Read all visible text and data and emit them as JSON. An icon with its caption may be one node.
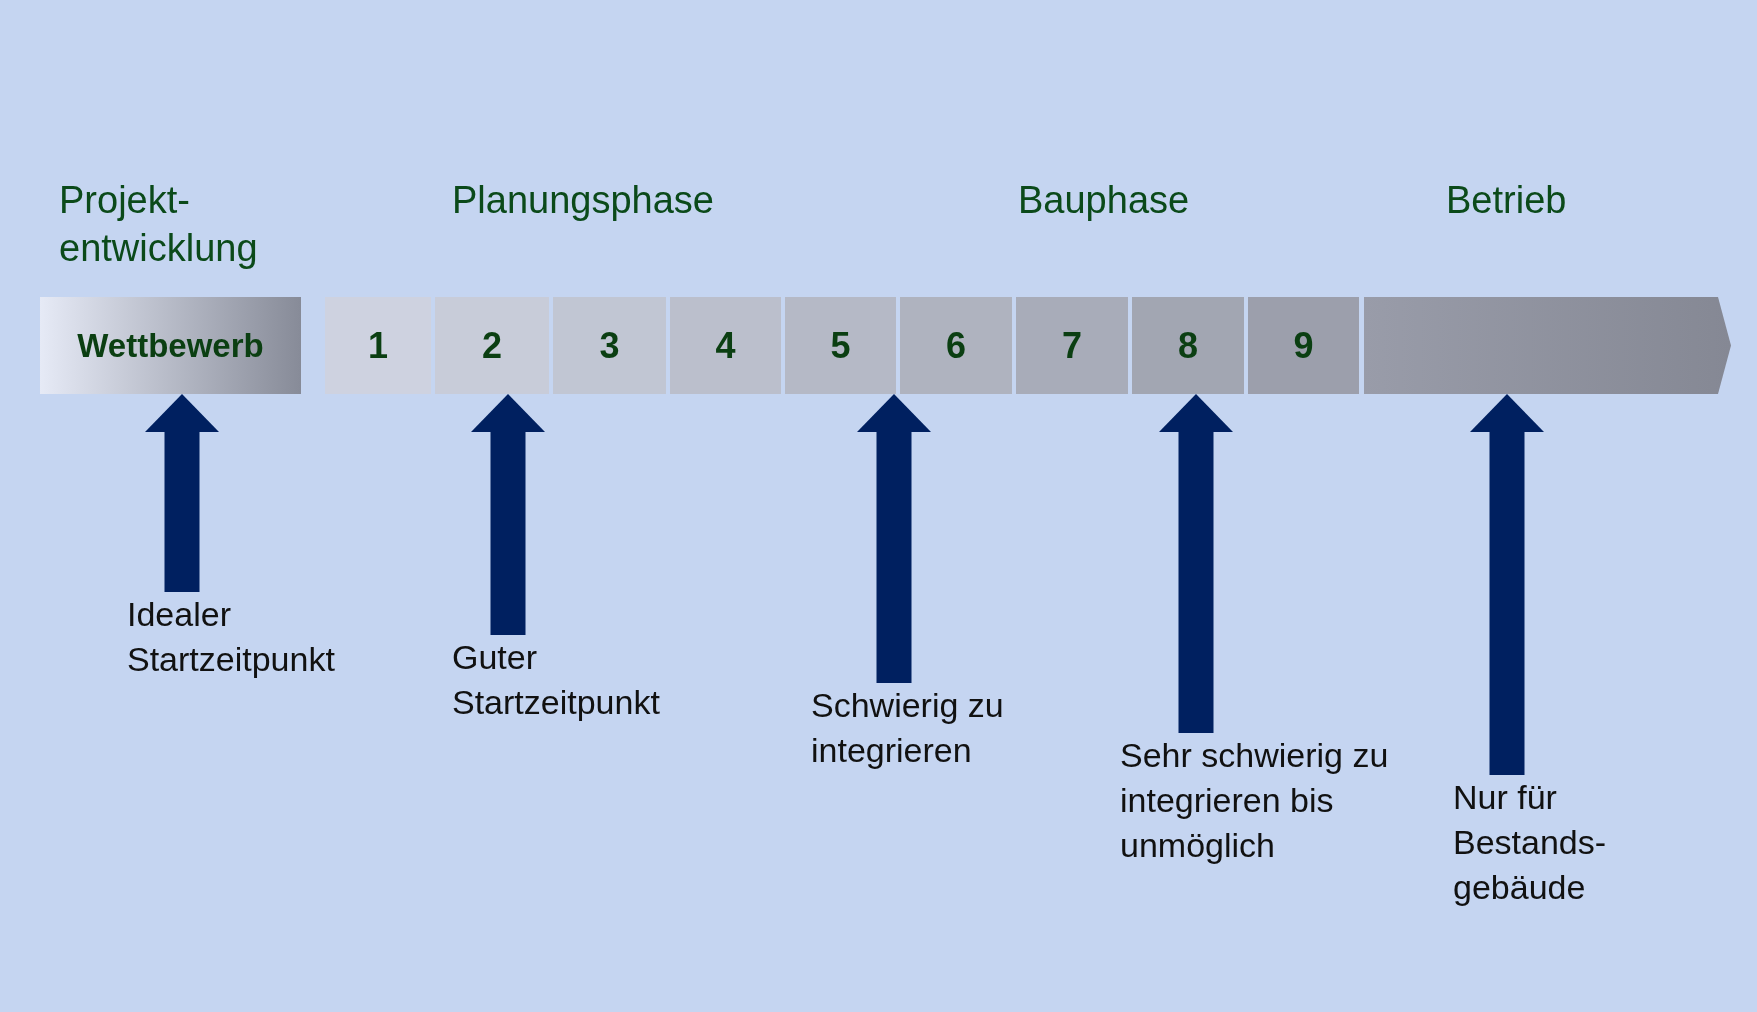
{
  "diagram": {
    "nodes": [
      {
        "text": [
          "Wettbewerb"
        ]
      },
      {
        "text": [
          "1"
        ]
      },
      {
        "text": [
          "2"
        ]
      },
      {
        "text": [
          "3"
        ]
      },
      {
        "text": [
          "4"
        ]
      },
      {
        "text": [
          "5"
        ]
      },
      {
        "text": [
          "6"
        ]
      },
      {
        "text": [
          "7"
        ]
      },
      {
        "text": [
          "8"
        ]
      },
      {
        "text": [
          "9"
        ]
      },
      {
        "text": [],
        "shape": "arrow"
      },
      {
        "text": [
          "Idealer Startzeitpunkt"
        ]
      },
      {
        "text": [
          "Guter Startzeitpunkt"
        ]
      },
      {
        "text": [
          "Schwierig zu integrieren"
        ]
      },
      {
        "text": [
          "Sehr schwierig zu integrieren bis unmöglich"
        ]
      },
      {
        "text": [
          "Nur für Bestands-gebäude"
        ]
      }
    ],
    "edges": [
      {
        "from": 11,
        "to": 0,
        "arrow": "to"
      },
      {
        "from": 12,
        "to": 2,
        "arrow": "to"
      },
      {
        "from": 13,
        "to": 5,
        "arrow": "to"
      },
      {
        "from": 14,
        "to": 8,
        "arrow": "to"
      },
      {
        "from": 15,
        "to": 10,
        "arrow": "to"
      }
    ],
    "labels": [
      "Projekt-entwicklung",
      "Planungsphase",
      "Bauphase",
      "Betrieb"
    ]
  }
}
